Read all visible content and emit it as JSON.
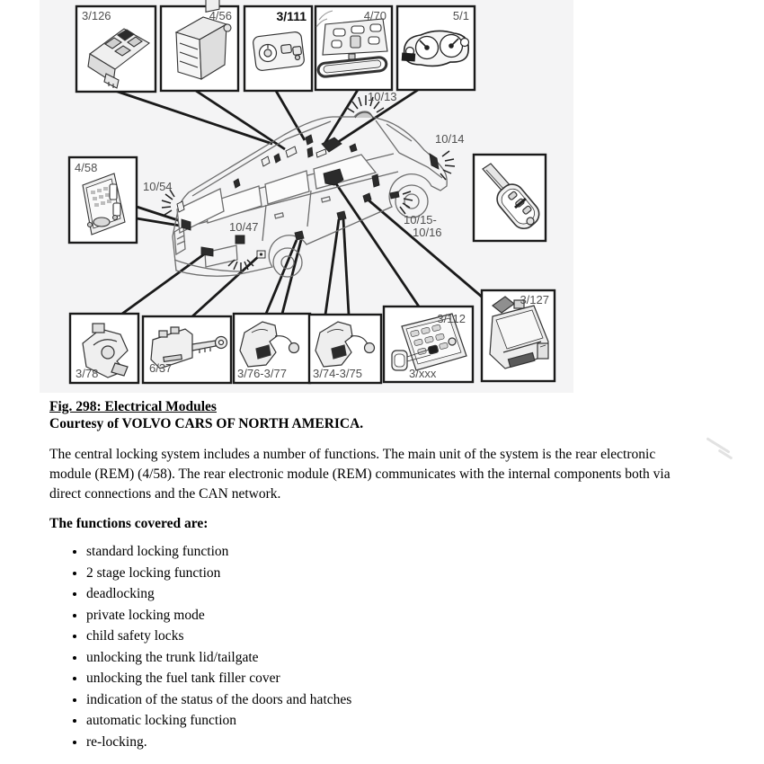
{
  "figure": {
    "caption_title": "Fig. 298: Electrical Modules",
    "courtesy": "Courtesy of VOLVO CARS OF NORTH AMERICA.",
    "box_labels": {
      "b3126": "3/126",
      "b456": "4/56",
      "b3111": "3/111",
      "b470": "4/70",
      "b51": "5/1",
      "b458": "4/58",
      "b378": "3/78",
      "b637": "6/37",
      "b7677": "3/76-3/77",
      "b7475": "3/74-3/75",
      "b3112": "3/112",
      "b3xxx": "3/xxx",
      "b3127": "3/127"
    },
    "car_labels": {
      "k1013": "10/13",
      "k1014": "10/14",
      "k1054": "10/54",
      "k1047": "10/47",
      "k1015": "10/15-",
      "k1016": "10/16"
    },
    "colors": {
      "figure_bg": "#f4f4f5",
      "callout_line": "#1a1a1a",
      "module_dark": "#2b2b2b",
      "car_stroke": "#6e6e6e",
      "label_gray": "#4f4f4f"
    }
  },
  "body": {
    "paragraph_lines": [
      "The central locking system includes a number of functions. The main unit of the system is the rear electronic",
      "module (REM) (4/58). The rear electronic module (REM) communicates with the internal components both via",
      "direct connections and the CAN network."
    ],
    "functions_heading": "The functions covered are:",
    "functions": [
      "standard locking function",
      "2 stage locking function",
      "deadlocking",
      "private locking mode",
      "child safety locks",
      "unlocking the trunk lid/tailgate",
      "unlocking the fuel tank filler cover",
      "indication of the status of the doors and hatches",
      "automatic locking function",
      "re-locking."
    ]
  }
}
